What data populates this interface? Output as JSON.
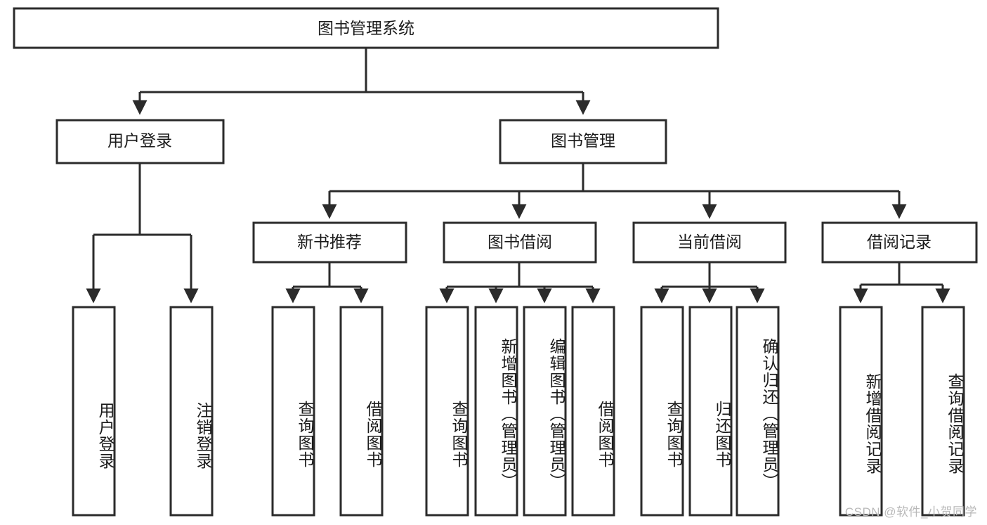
{
  "diagram": {
    "type": "tree-flowchart",
    "title_node": {
      "label": "图书管理系统"
    },
    "level1": [
      {
        "label": "用户登录"
      },
      {
        "label": "图书管理"
      }
    ],
    "level2": [
      {
        "label": "新书推荐"
      },
      {
        "label": "图书借阅"
      },
      {
        "label": "当前借阅"
      },
      {
        "label": "借阅记录"
      }
    ],
    "leaves_user_login": [
      {
        "label": "用户登录"
      },
      {
        "label": "注销登录"
      }
    ],
    "leaves_new_book": [
      {
        "label": "查询图书"
      },
      {
        "label": "借阅图书"
      }
    ],
    "leaves_borrow": [
      {
        "label": "查询图书"
      },
      {
        "label": "新增图书（管理员）"
      },
      {
        "label": "编辑图书（管理员）"
      },
      {
        "label": "借阅图书"
      }
    ],
    "leaves_current": [
      {
        "label": "查询图书"
      },
      {
        "label": "归还图书"
      },
      {
        "label": "确认归还（管理员）"
      }
    ],
    "leaves_records": [
      {
        "label": "新增借阅记录"
      },
      {
        "label": "查询借阅记录"
      }
    ],
    "watermark": "CSDN @软件_小贺同学",
    "colors": {
      "background": "#ffffff",
      "stroke": "#2b2b2b",
      "text": "#1a1a1a",
      "watermark": "#b9b9b9"
    }
  }
}
